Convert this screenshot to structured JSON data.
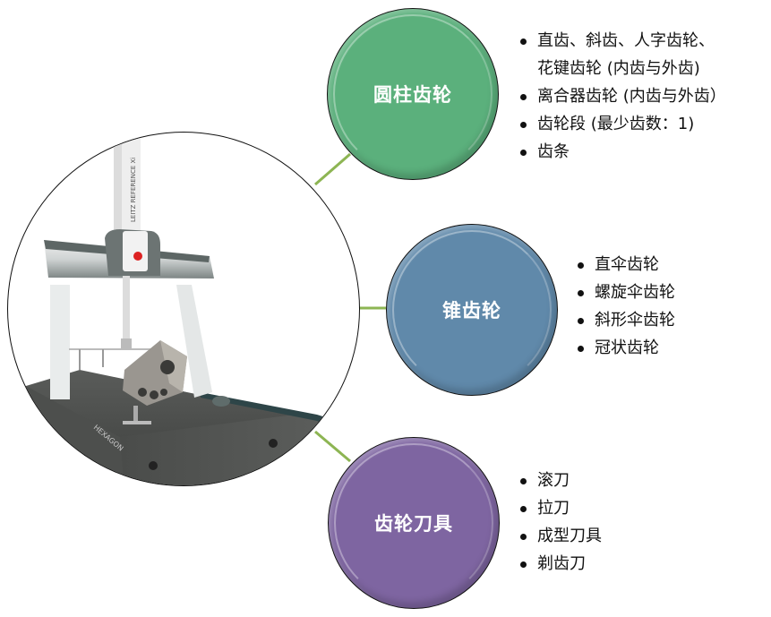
{
  "colors": {
    "connector": "#8db553",
    "cylindrical": "#5bb07c",
    "bevel": "#6089aa",
    "tools": "#7e65a1",
    "text": "#111111"
  },
  "center_image": {
    "label": "Coordinate measuring machine photo",
    "visible_text": [
      "LEITZ REFERENCE Xi",
      "HEXAGON"
    ]
  },
  "nodes": [
    {
      "id": "cylindrical",
      "label": "圆柱齿轮",
      "items": [
        "直齿、斜齿、人字齿轮、",
        "花键齿轮 (内齿与外齿)",
        "离合器齿轮 (内齿与外齿）",
        "齿轮段 (最少齿数：1)",
        "齿条"
      ]
    },
    {
      "id": "bevel",
      "label": "锥齿轮",
      "items": [
        "直伞齿轮",
        "螺旋伞齿轮",
        "斜形伞齿轮",
        "冠状齿轮"
      ]
    },
    {
      "id": "tools",
      "label": "齿轮刀具",
      "items": [
        "滚刀",
        "拉刀",
        "成型刀具",
        "剃齿刀"
      ]
    }
  ]
}
